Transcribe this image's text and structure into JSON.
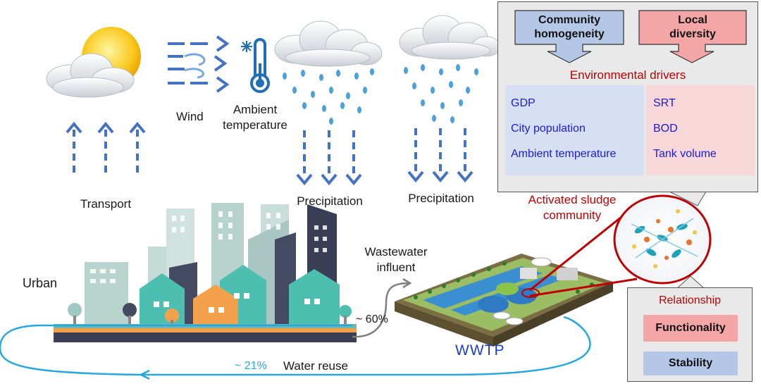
{
  "labels": {
    "wind": "Wind",
    "ambient_line1": "Ambient",
    "ambient_line2": "temperature",
    "transport": "Transport",
    "precipitation_1": "Precipitation",
    "precipitation_2": "Precipitation",
    "urban": "Urban",
    "wastewater_line1": "Wastewater",
    "wastewater_line2": "influent",
    "sixty_pct": "~ 60%",
    "twentyone_pct": "~ 21%",
    "water_reuse": "Water reuse",
    "wwtp": "WWTP",
    "activated_line1": "Activated sludge",
    "activated_line2": "community"
  },
  "drivers_panel": {
    "community_line1": "Community",
    "community_line2": "homogeneity",
    "local_line1": "Local",
    "local_line2": "diversity",
    "environmental_drivers": "Environmental drivers",
    "left_drivers": [
      "GDP",
      "City population",
      "Ambient temperature"
    ],
    "right_drivers": [
      "SRT",
      "BOD",
      "Tank volume"
    ]
  },
  "relationship_panel": {
    "title": "Relationship",
    "functionality": "Functionality",
    "stability": "Stability"
  },
  "colors": {
    "arrow_blue": "#4472c4",
    "red": "#c00000",
    "box_blue": "#b4c7e7",
    "box_pink": "#f4a6a6",
    "light_blue_area": "#d6e0f2",
    "light_pink_area": "#f7d7d7",
    "cyan_text": "#1f9ad6",
    "wwtp_text": "#1a3fd4"
  }
}
